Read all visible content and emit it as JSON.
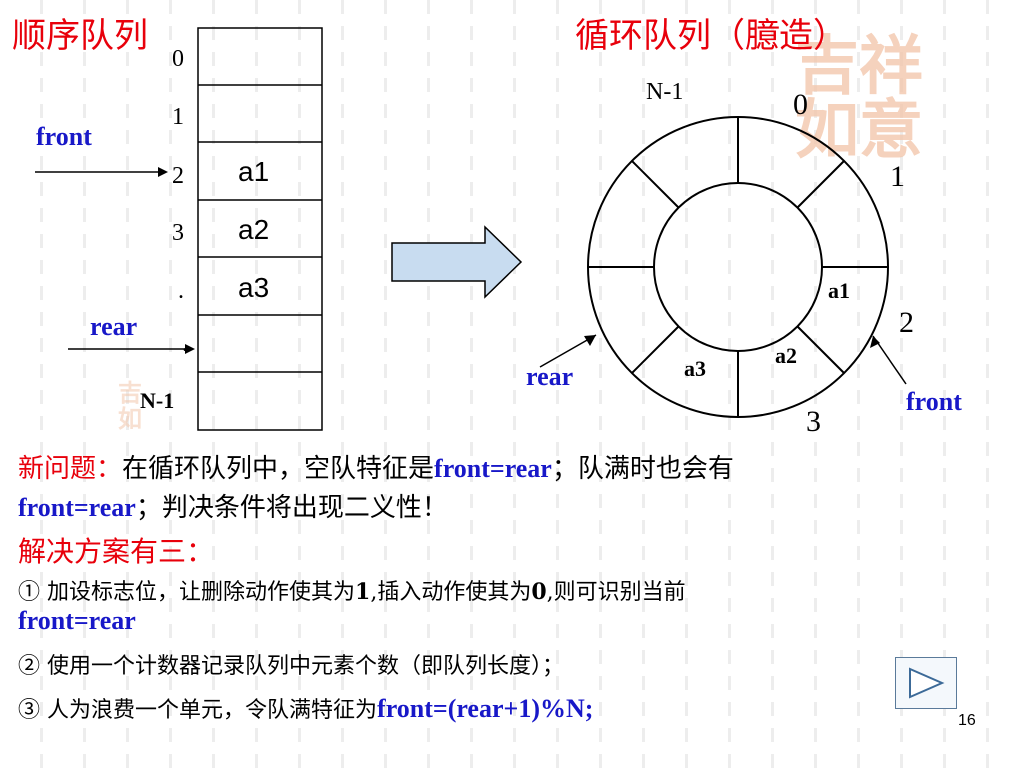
{
  "titles": {
    "left": "顺序队列",
    "right": "循环队列（臆造）"
  },
  "seq_queue": {
    "indices": [
      "0",
      "1",
      "2",
      "3",
      ".",
      ".",
      "N-1"
    ],
    "cells": [
      "",
      "",
      "a1",
      "a2",
      "a3",
      "",
      ""
    ],
    "front_label": "front",
    "rear_label": "rear"
  },
  "circ_queue": {
    "label_n_minus_1": "N-1",
    "num_0": "0",
    "num_1": "1",
    "num_2": "2",
    "num_3": "3",
    "elements": [
      "a1",
      "a2",
      "a3"
    ],
    "rear_label": "rear",
    "front_label": "front"
  },
  "text": {
    "problem_label": "新问题：",
    "problem_body_1": "在循环队列中，空队特征是",
    "problem_formula_1": "front=rear",
    "problem_body_2": "；队满时也会有",
    "problem_formula_2": "front=rear",
    "problem_body_3": "；判决条件将出现二义性！",
    "solution_heading": "解决方案有三：",
    "sol1_num": "①",
    "sol1_text_a": "加设标志位，让删除动作使其为",
    "sol1_bold_1": "1",
    "sol1_text_b": ",插入动作使其为",
    "sol1_bold_0": "0",
    "sol1_text_c": ",则可识别当前",
    "sol1_formula": "front=rear",
    "sol2_num": "②",
    "sol2_text": "使用一个计数器记录队列中元素个数（即队列长度）；",
    "sol3_num": "③",
    "sol3_text_a": "人为浪费一个单元，令队满特征为",
    "sol3_formula": "front=(rear+1)%N;"
  },
  "page_number": "16",
  "colors": {
    "title_red": "#e8000b",
    "label_blue": "#1818c8",
    "arrow_fill": "#c8dcf0",
    "watermark": "#f3c7ad"
  },
  "icons": {
    "nav": "play-triangle-icon"
  }
}
